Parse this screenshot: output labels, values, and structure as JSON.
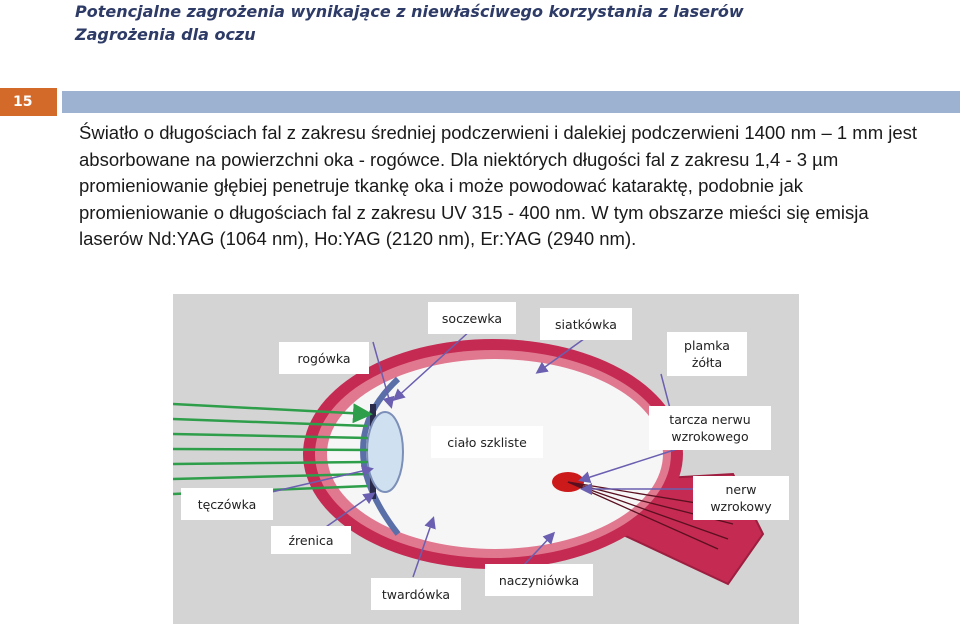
{
  "header": {
    "title_line1": "Potencjalne zagrożenia wynikające z niewłaściwego korzystania z laserów",
    "title_line2": "Zagrożenia dla oczu"
  },
  "slide": {
    "number": "15"
  },
  "body": {
    "paragraph": "Światło o długościach fal z zakresu średniej podczerwieni i dalekiej podczerwieni 1400 nm – 1 mm jest absorbowane na powierzchni oka - rogówce. Dla niektórych długości fal z zakresu 1,4 - 3 µm promieniowanie głębiej penetruje tkankę oka i może powodować kataraktę, podobnie jak promieniowanie o długościach fal z zakresu UV 315 - 400 nm. W tym obszarze mieści się emisja laserów Nd:YAG (1064 nm), Ho:YAG (2120 nm), Er:YAG (2940 nm)."
  },
  "figure": {
    "labels": {
      "soczewka": "soczewka",
      "siatkowka": "siatkówka",
      "rogowka": "rogówka",
      "plamka": "plamka żółta",
      "cialo": "ciało szkliste",
      "tarcza": "tarcza nerwu wzrokowego",
      "teczowka": "tęczówka",
      "nerw": "nerw wzrokowy",
      "zrenica": "źrenica",
      "twardowka": "twardówka",
      "naczyniowka": "naczyniówka"
    },
    "colors": {
      "sclera": "#c42a52",
      "rays": "#2e9e4a",
      "lens": "#cfe0f0",
      "pointer": "#6a5fb0"
    }
  }
}
